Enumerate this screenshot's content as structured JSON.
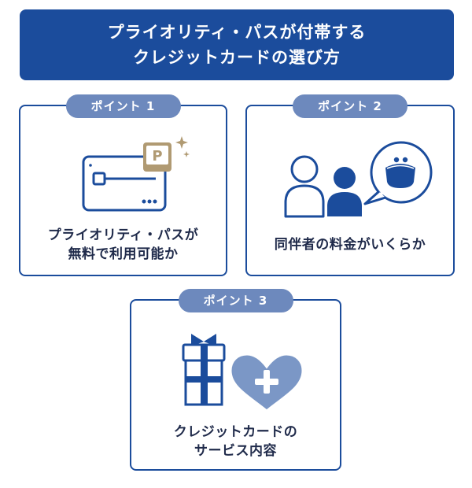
{
  "title": {
    "line1": "プライオリティ・パスが付帯する",
    "line2": "クレジットカードの選び方"
  },
  "points": [
    {
      "badge": "ポイント 1",
      "caption_line1": "プライオリティ・パスが",
      "caption_line2": "無料で利用可能か",
      "icon_letter": "P"
    },
    {
      "badge": "ポイント 2",
      "caption_line1": "同伴者の料金がいくらか"
    },
    {
      "badge": "ポイント 3",
      "caption_line1": "クレジットカードの",
      "caption_line2": "サービス内容"
    }
  ],
  "colors": {
    "brand_navy": "#1b4c9c",
    "badge_blue": "#6d89bd",
    "gold": "#b09a72",
    "heart_blue": "#7b97c6"
  }
}
